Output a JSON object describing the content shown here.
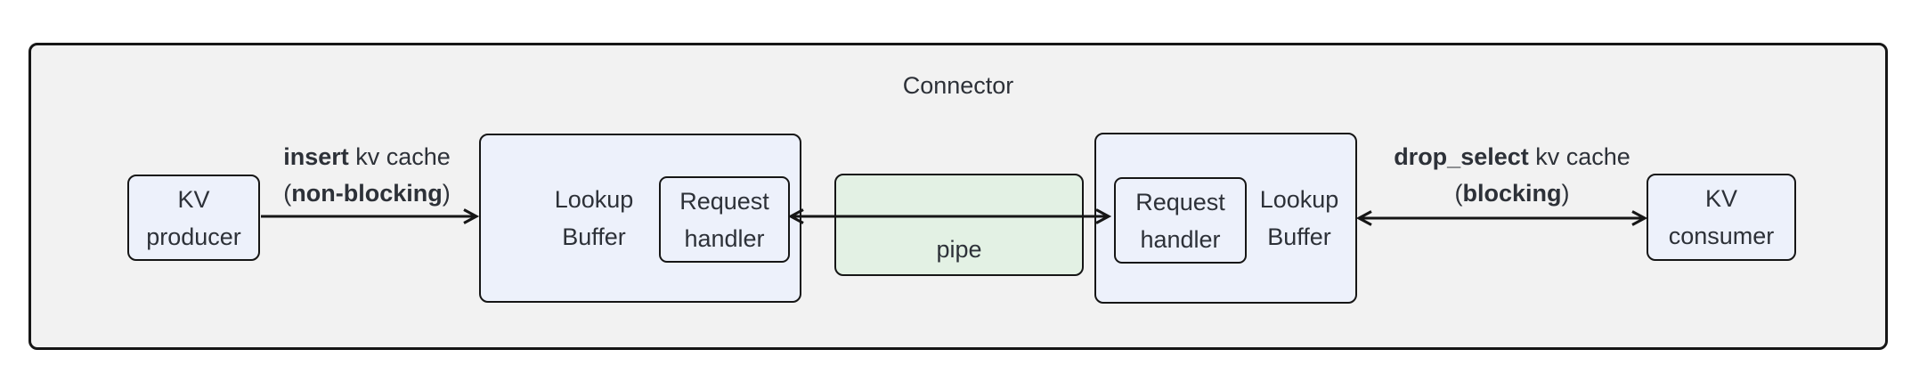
{
  "diagram": {
    "title": "Connector",
    "nodes": {
      "kv_producer": {
        "line1": "KV",
        "line2": "producer"
      },
      "lookup_buffer_left": {
        "line1": "Lookup",
        "line2": "Buffer"
      },
      "request_handler_left": {
        "line1": "Request",
        "line2": "handler"
      },
      "pipe": {
        "label": "pipe"
      },
      "request_handler_right": {
        "line1": "Request",
        "line2": "handler"
      },
      "lookup_buffer_right": {
        "line1": "Lookup",
        "line2": "Buffer"
      },
      "kv_consumer": {
        "line1": "KV",
        "line2": "consumer"
      }
    },
    "edges": {
      "insert": {
        "bold1": "insert",
        "rest1": " kv cache",
        "pre2": "(",
        "bold2": "non-blocking",
        "post2": ")"
      },
      "drop_select": {
        "bold1": "drop_select",
        "rest1": " kv cache",
        "pre2": "(",
        "bold2": "blocking",
        "post2": ")"
      }
    },
    "colors": {
      "container_fill": "#f2f2f2",
      "node_fill": "#edf1fb",
      "pipe_fill": "#e3f1e4",
      "border": "#161616",
      "text": "#2d3138"
    }
  }
}
